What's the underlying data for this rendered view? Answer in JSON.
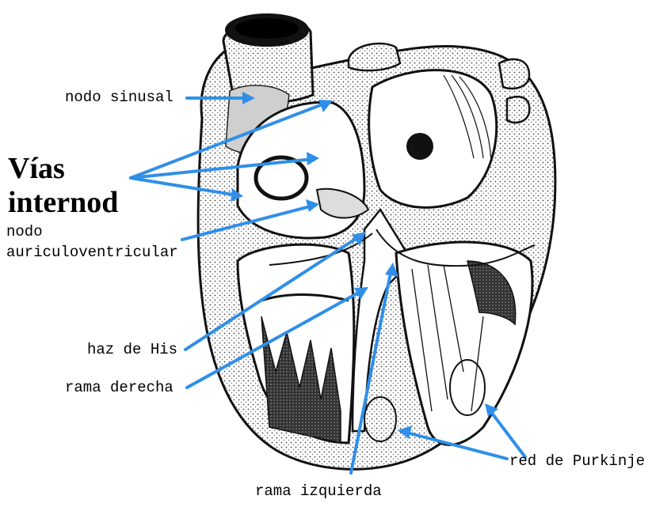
{
  "title": {
    "line1": "Vías",
    "line2": "internod"
  },
  "labels": {
    "sinus_node": "nodo sinusal",
    "av_node_line1": "nodo",
    "av_node_line2": "auriculoventricular",
    "bundle_his": "haz de His",
    "right_branch": "rama derecha",
    "left_branch": "rama izquierda",
    "purkinje": "red de Purkinje"
  },
  "colors": {
    "arrow": "#2f8fe8",
    "ink": "#111111",
    "node_shade": "#c8c8c8"
  }
}
